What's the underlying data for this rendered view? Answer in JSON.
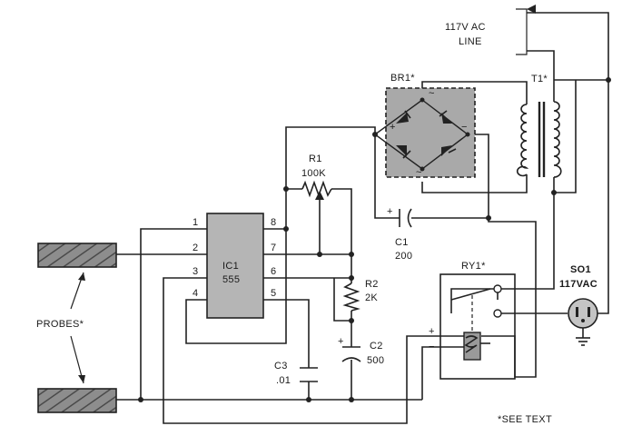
{
  "labels": {
    "ac_line_1": "117V AC",
    "ac_line_2": "LINE",
    "br1": "BR1*",
    "t1": "T1*",
    "r1": "R1",
    "r1_value": "100K",
    "ic1_1": "IC1",
    "ic1_2": "555",
    "c1": "C1",
    "c1_value": "200",
    "r2": "R2",
    "r2_value": "2K",
    "ry1": "RY1*",
    "so1_1": "SO1",
    "so1_2": "117VAC",
    "c2": "C2",
    "c2_value": "500",
    "c3": "C3",
    "c3_value": ".01",
    "probes": "PROBES*",
    "see_text": "*SEE TEXT"
  },
  "ic_pins": {
    "p1": "1",
    "p2": "2",
    "p3": "3",
    "p4": "4",
    "p5": "5",
    "p6": "6",
    "p7": "7",
    "p8": "8"
  },
  "polarity": {
    "br_plus": "+",
    "br_minus": "−",
    "br_ac_top": "~",
    "br_ac_bottom": "~",
    "c1_plus": "+",
    "c2_plus": "+",
    "relay_plus": "+",
    "relay_minus": "−"
  },
  "colors": {
    "ink": "#222222",
    "component_fill": "#b5b5b5",
    "probe_fill": "#8a8a8a"
  }
}
